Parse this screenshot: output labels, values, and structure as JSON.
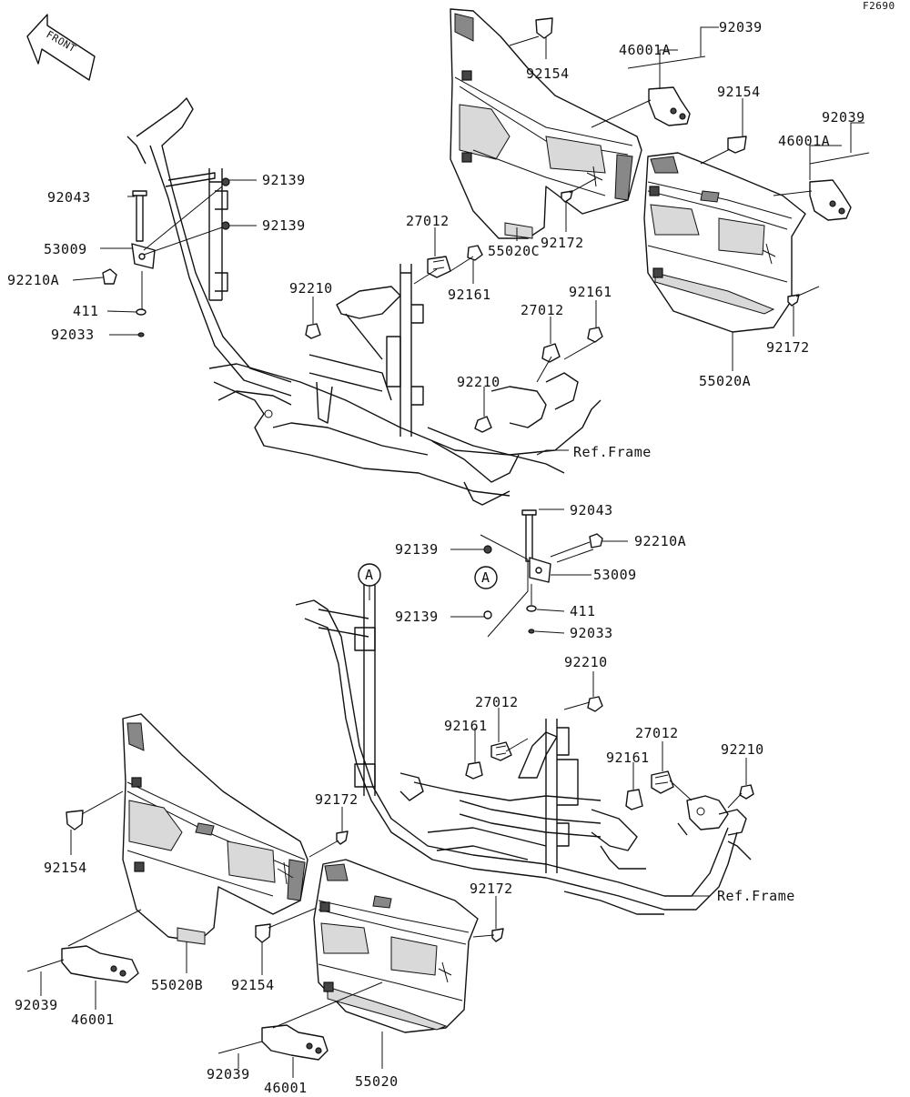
{
  "diagram": {
    "figure_code": "F2690",
    "front_label": "FRONT",
    "callout_label": "A",
    "callouts": [
      {
        "text": "92039"
      },
      {
        "text": "46001A"
      },
      {
        "text": "92154"
      },
      {
        "text": "92154"
      },
      {
        "text": "92039"
      },
      {
        "text": "46001A"
      },
      {
        "text": "92139"
      },
      {
        "text": "92043"
      },
      {
        "text": "92139"
      },
      {
        "text": "27012"
      },
      {
        "text": "53009"
      },
      {
        "text": "92210A"
      },
      {
        "text": "92172"
      },
      {
        "text": "55020C"
      },
      {
        "text": "92161"
      },
      {
        "text": "92210"
      },
      {
        "text": "411"
      },
      {
        "text": "92161"
      },
      {
        "text": "27012"
      },
      {
        "text": "92033"
      },
      {
        "text": "92172"
      },
      {
        "text": "55020A"
      },
      {
        "text": "92210"
      },
      {
        "text": "Ref.Frame"
      },
      {
        "text": "92043"
      },
      {
        "text": "92139"
      },
      {
        "text": "92210A"
      },
      {
        "text": "53009"
      },
      {
        "text": "92139"
      },
      {
        "text": "411"
      },
      {
        "text": "92033"
      },
      {
        "text": "92210"
      },
      {
        "text": "27012"
      },
      {
        "text": "92161"
      },
      {
        "text": "27012"
      },
      {
        "text": "92210"
      },
      {
        "text": "92161"
      },
      {
        "text": "92172"
      },
      {
        "text": "92154"
      },
      {
        "text": "Ref.Frame"
      },
      {
        "text": "92172"
      },
      {
        "text": "55020B"
      },
      {
        "text": "92154"
      },
      {
        "text": "92039"
      },
      {
        "text": "46001"
      },
      {
        "text": "92039"
      },
      {
        "text": "46001"
      },
      {
        "text": "55020"
      }
    ]
  }
}
